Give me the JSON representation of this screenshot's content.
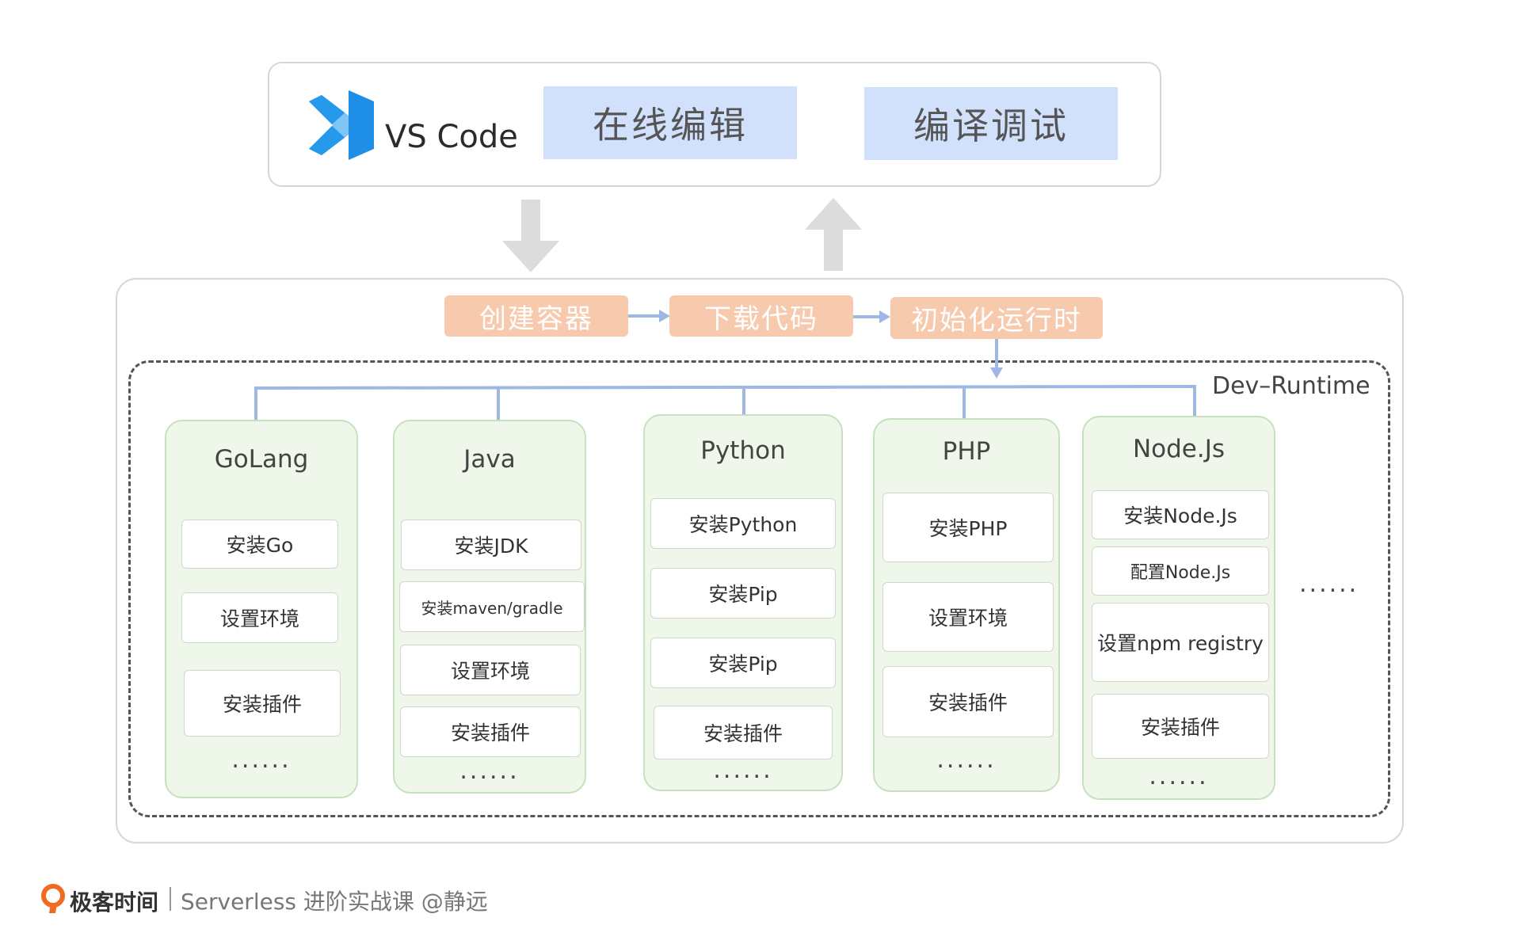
{
  "top": {
    "app_name": "VS Code",
    "features": [
      "在线编辑",
      "编译调试"
    ]
  },
  "steps": [
    "创建容器",
    "下载代码",
    "初始化运行时"
  ],
  "runtime_label": "Dev–Runtime",
  "columns": [
    {
      "title": "GoLang",
      "items": [
        "安装Go",
        "设置环境",
        "安装插件"
      ],
      "more": "......"
    },
    {
      "title": "Java",
      "items": [
        "安装JDK",
        "安装maven/gradle",
        "设置环境",
        "安装插件"
      ],
      "more": "......"
    },
    {
      "title": "Python",
      "items": [
        "安装Python",
        "安装Pip",
        "安装Pip",
        "安装插件"
      ],
      "more": "......"
    },
    {
      "title": "PHP",
      "items": [
        "安装PHP",
        "设置环境",
        "安装插件"
      ],
      "more": "......"
    },
    {
      "title": "Node.Js",
      "items": [
        "安装Node.Js",
        "配置Node.Js",
        "设置npm registry",
        "安装插件"
      ],
      "more": "......"
    }
  ],
  "extra_more": "......",
  "footer": {
    "brand": "极客时间",
    "text": "Serverless 进阶实战课 @静远"
  },
  "colors": {
    "feature_bg": "#d2e1fb",
    "step_bg": "#f7c9ad",
    "column_bg": "#eef7e9",
    "connector": "#9fb7e3",
    "vscode_blue": "#1f8ee6",
    "arrow_gray": "#dcdcdc"
  }
}
